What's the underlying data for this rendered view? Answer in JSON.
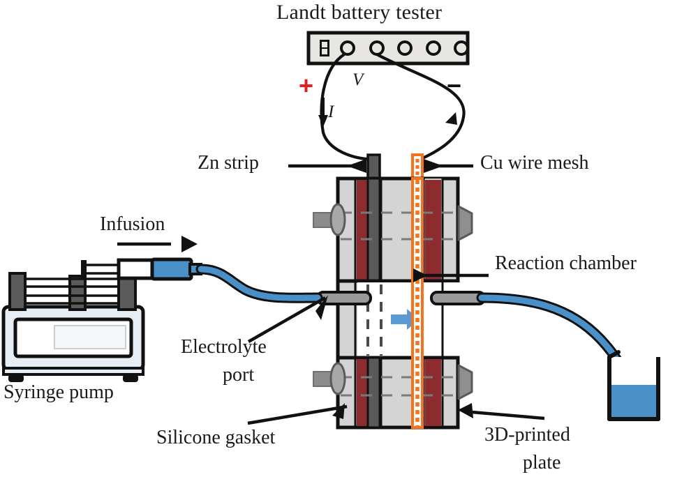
{
  "figure": {
    "kind": "schematic-diagram",
    "subject": "Zn-Cu flow electrochemical cell test setup"
  },
  "colors": {
    "plate_gray": "#d4d4d4",
    "gasket_red": "#8e2b2f",
    "zn_gray": "#5a5a5a",
    "cu_orange": "#f4731c",
    "tube_blue": "#4a90c8",
    "liquid_blue": "#4a90c8",
    "flow_arrow_blue": "#5b9bd5",
    "plus_red": "#e02020",
    "minus_black": "#111111",
    "pump_body": "#e6edf5",
    "outline_black": "#111111"
  },
  "labels": {
    "tester_title": "Landt battery tester",
    "zn_strip": "Zn strip",
    "cu_wire_mesh": "Cu wire mesh",
    "infusion": "Infusion",
    "reaction_chamber": "Reaction chamber",
    "electrolyte_port_line1": "Electrolyte",
    "electrolyte_port_line2": "port",
    "syringe_pump": "Syringe pump",
    "silicone_gasket": "Silicone gasket",
    "plate_line1": "3D-printed",
    "plate_line2": "plate",
    "polarity_plus": "+",
    "polarity_minus": "−",
    "voltage_symbol": "V",
    "current_symbol": "I"
  },
  "tester": {
    "port_count": 5,
    "indicator_segments": 2
  },
  "cell": {
    "bolt_count_left": 2,
    "bolt_count_right": 2,
    "port_count": 2,
    "layers": [
      {
        "name": "left-3d-printed-plate",
        "color": "#d4d4d4"
      },
      {
        "name": "left-silicone-gasket",
        "color": "#8e2b2f"
      },
      {
        "name": "zn-strip",
        "color": "#5a5a5a"
      },
      {
        "name": "center-plate-reaction-chamber",
        "color": "#d4d4d4"
      },
      {
        "name": "cu-wire-mesh",
        "color": "#f4731c"
      },
      {
        "name": "right-silicone-gasket",
        "color": "#8e2b2f"
      },
      {
        "name": "right-3d-printed-plate",
        "color": "#d4d4d4"
      }
    ]
  },
  "flow": {
    "direction": "left-to-right",
    "inlet": "syringe-pump-infusion",
    "outlet": "waste-beaker"
  }
}
